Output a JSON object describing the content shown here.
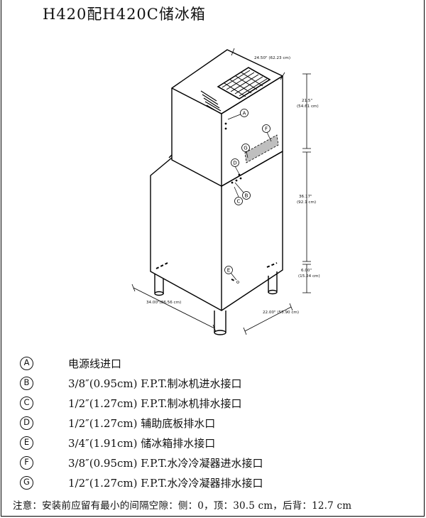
{
  "title": "H420配H420C储冰箱",
  "dimensions": {
    "top_depth": "24.50\" (62.23 cm)",
    "head_height_in": "21.5\"",
    "head_height_cm": "(54.61 cm)",
    "bin_height_in": "36.17\"",
    "bin_height_cm": "(92.1 cm)",
    "leg_height_in": "6.00\"",
    "leg_height_cm": "(15.24 cm)",
    "width": "34.00\"(86.56 cm)",
    "depth": "22.00\" (55.90 cm)"
  },
  "callouts": [
    "A",
    "F",
    "G",
    "D",
    "B",
    "C",
    "E"
  ],
  "legend": [
    {
      "letter": "A",
      "text": "电源线进口"
    },
    {
      "letter": "B",
      "text": "3/8″(0.95cm) F.P.T.制冰机进水接口"
    },
    {
      "letter": "C",
      "text": "1/2″(1.27cm) F.P.T.制冰机排水接口"
    },
    {
      "letter": "D",
      "text": "1/2″(1.27cm) 辅助底板排水口"
    },
    {
      "letter": "E",
      "text": "3/4″(1.91cm) 储冰箱排水接口"
    },
    {
      "letter": "F",
      "text": "3/8″(0.95cm) F.P.T.水冷冷凝器进水接口"
    },
    {
      "letter": "G",
      "text": "1/2″(1.27cm) F.P.T.水冷冷凝器排水接口"
    }
  ],
  "note": "注意：安装前应留有最小的间隔空隙：侧：0，顶：30.5 cm，后背：12.7 cm"
}
